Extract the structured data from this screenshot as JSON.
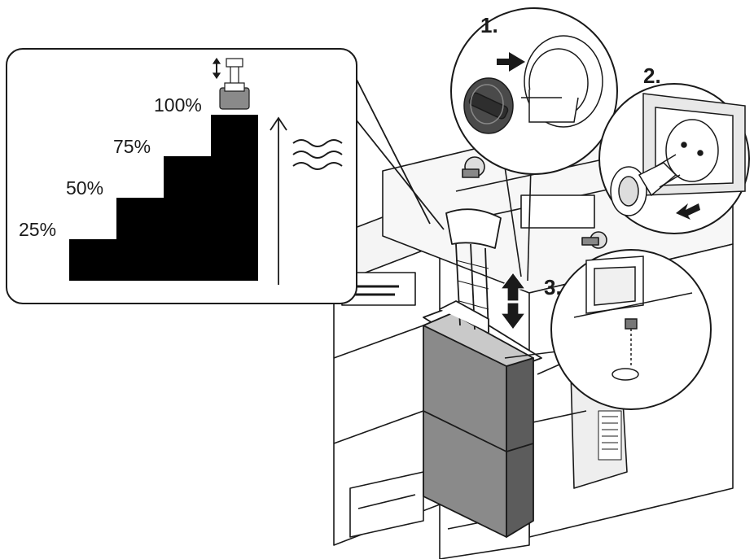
{
  "callout": {
    "levels": [
      {
        "label": "25%",
        "value": 25
      },
      {
        "label": "50%",
        "value": 50
      },
      {
        "label": "75%",
        "value": 75
      },
      {
        "label": "100%",
        "value": 100
      }
    ]
  },
  "steps": {
    "step1": "1.",
    "step2": "2.",
    "step3": "3."
  },
  "colors": {
    "line": "#1a1a1a",
    "fill": "#000000",
    "tank_body": "#8a8a8a",
    "tank_dark": "#5c5c5c",
    "machine_light": "#f2f2f2"
  }
}
